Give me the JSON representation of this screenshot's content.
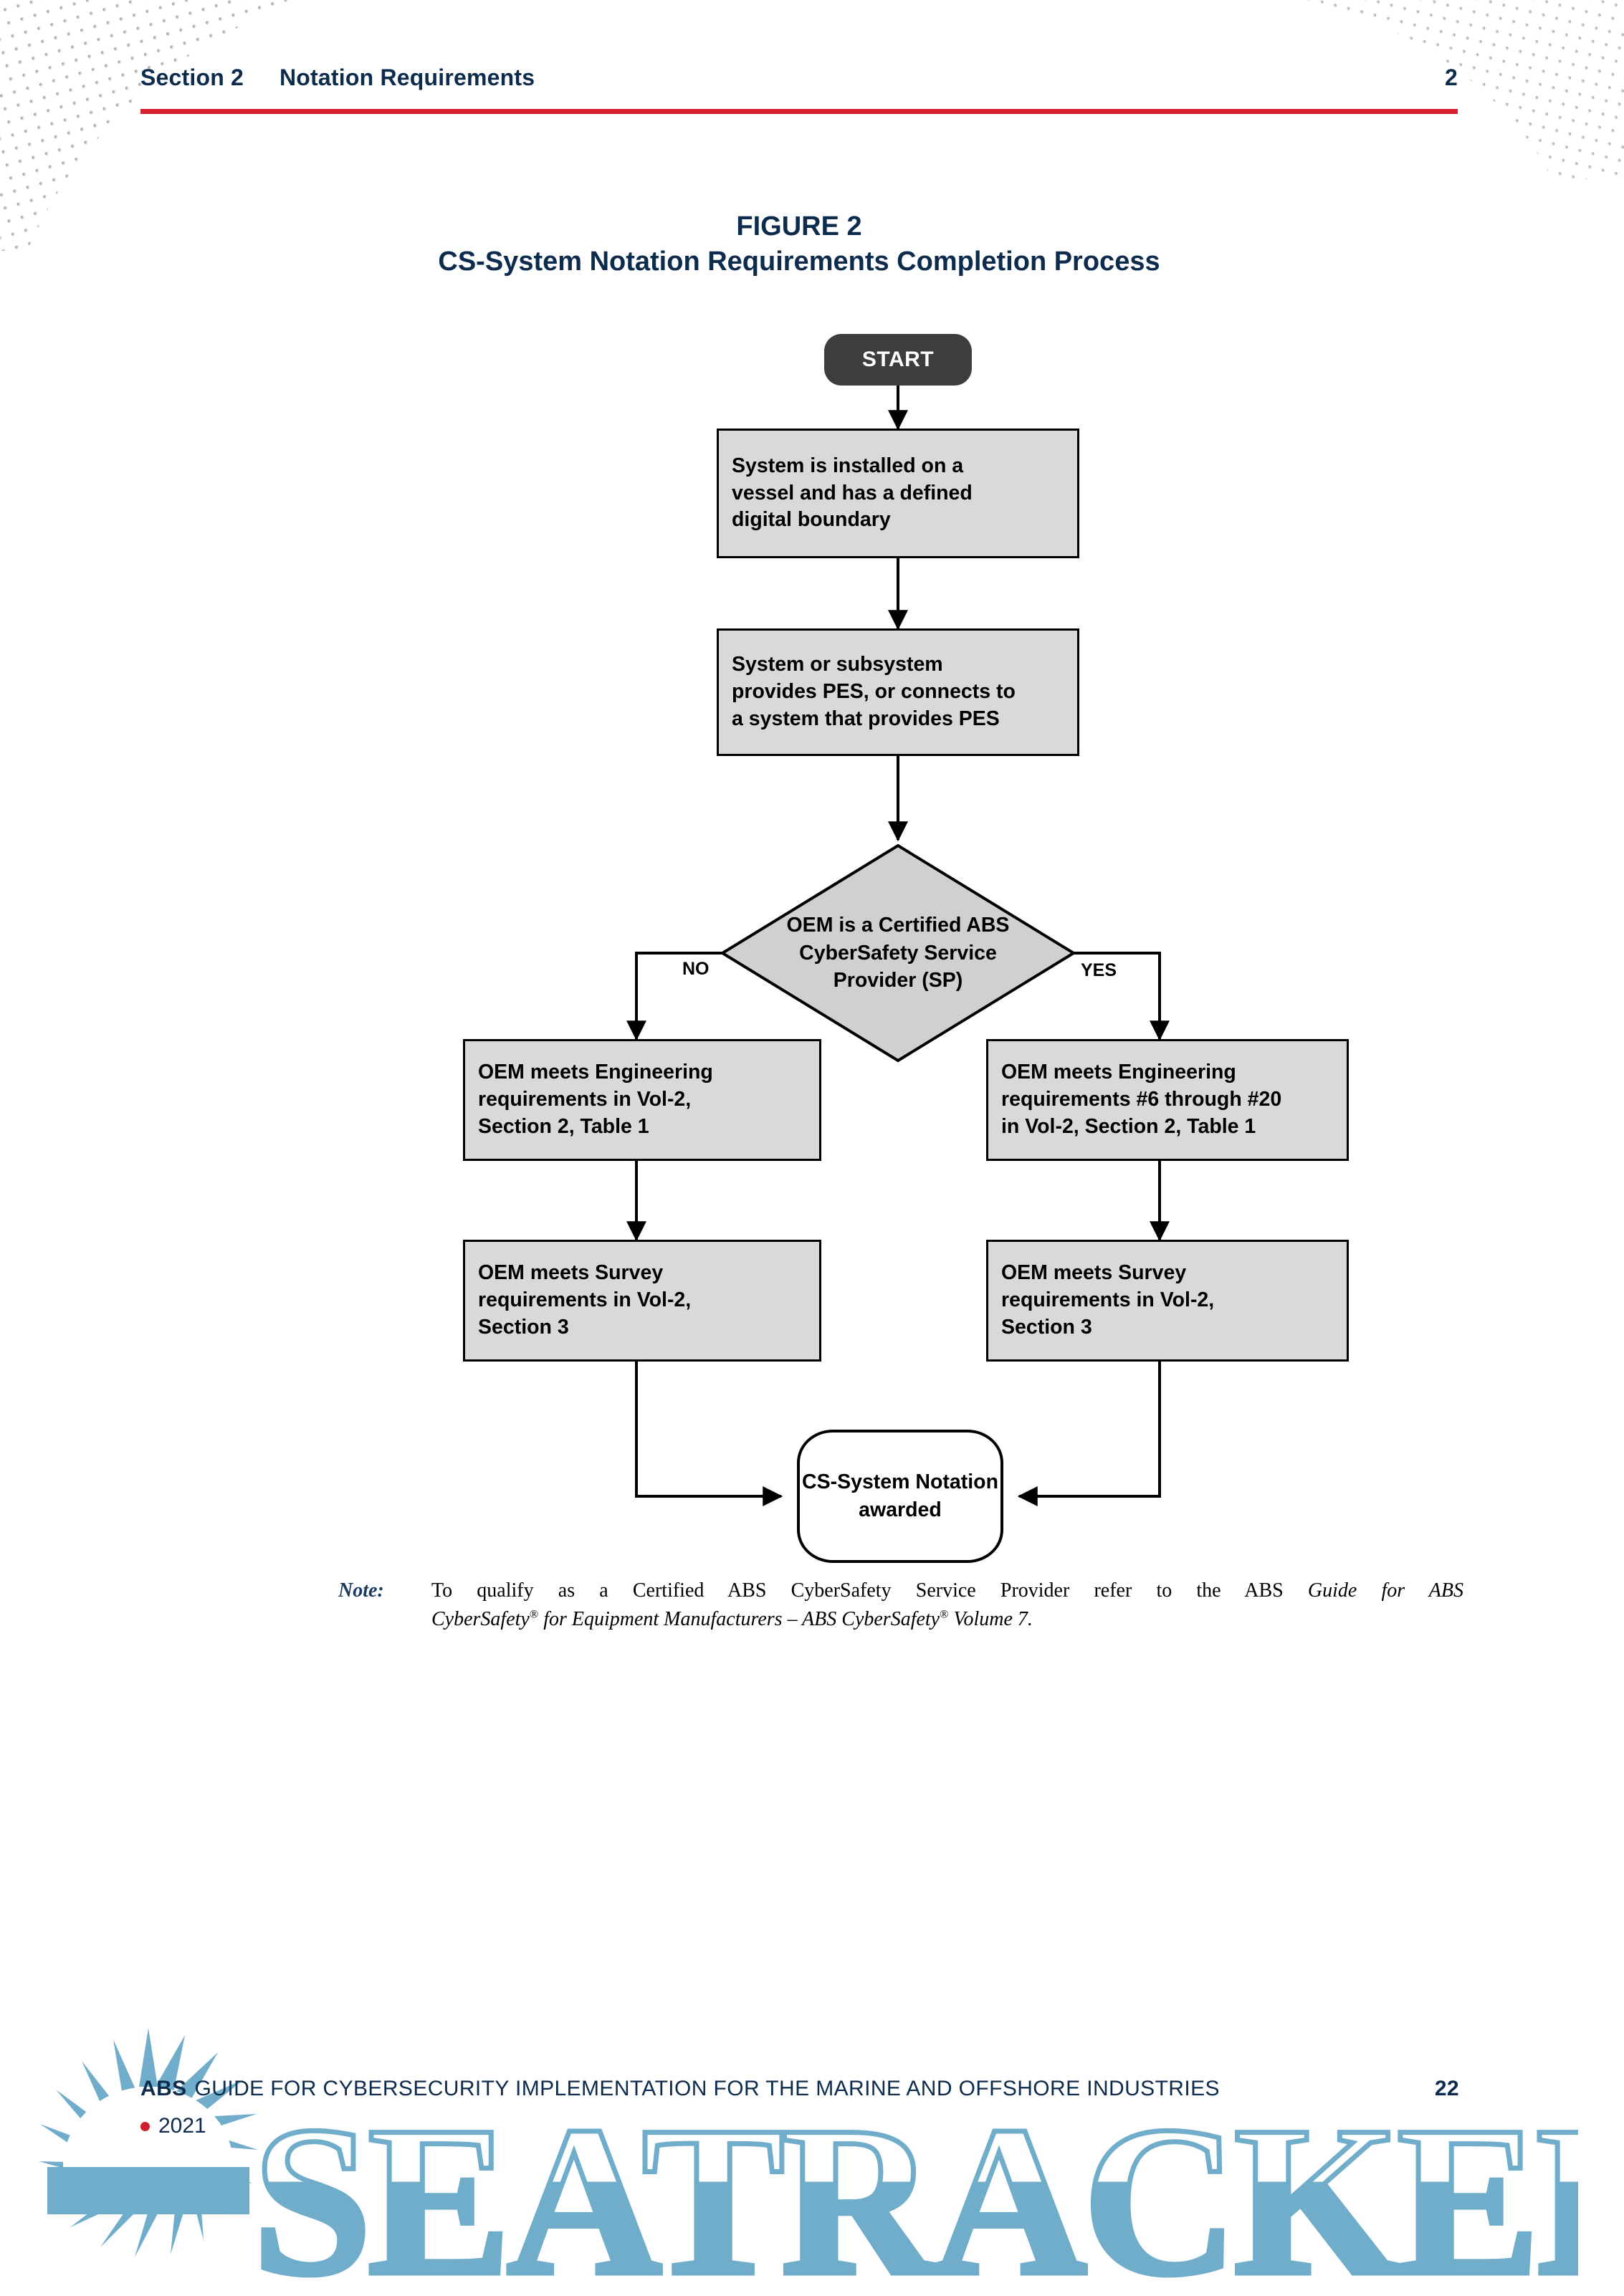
{
  "header": {
    "section_label": "Section",
    "section_number": "2",
    "section_title": "Notation Requirements",
    "page_marker": "2",
    "rule_color": "#d5202f",
    "text_color": "#0d2c4d"
  },
  "figure": {
    "number": "FIGURE 2",
    "title": "CS-System Notation Requirements Completion Process"
  },
  "flowchart": {
    "type": "flowchart",
    "start": {
      "label": "START",
      "shape": "terminator-pill",
      "fill": "#3d3d3d",
      "text_color": "#ffffff"
    },
    "process_fill": "#d9d9d9",
    "stroke": "#000000",
    "nodes": [
      {
        "id": "n1",
        "shape": "process",
        "lines": [
          "System is  installed on a",
          "vessel and has a defined",
          "digital boundary"
        ]
      },
      {
        "id": "n2",
        "shape": "process",
        "lines": [
          "System or subsystem",
          "provides PES, or connects to",
          "a system that provides PES"
        ]
      },
      {
        "id": "d1",
        "shape": "decision",
        "lines": [
          "OEM is a",
          "Certified  ABS",
          "CyberSafety Service",
          "Provider (SP)"
        ],
        "branch_no": "NO",
        "branch_yes": "YES"
      },
      {
        "id": "n3",
        "shape": "process",
        "branch": "NO",
        "lines": [
          "OEM meets Engineering",
          "requirements in Vol-2,",
          "Section 2, Table 1"
        ]
      },
      {
        "id": "n4",
        "shape": "process",
        "branch": "YES",
        "lines": [
          "OEM meets Engineering",
          "requirements #6 through #20",
          "in Vol-2, Section 2, Table 1"
        ]
      },
      {
        "id": "n5",
        "shape": "process",
        "branch": "NO",
        "lines": [
          "OEM meets Survey",
          "requirements in Vol-2,",
          "Section 3"
        ]
      },
      {
        "id": "n6",
        "shape": "process",
        "branch": "YES",
        "lines": [
          "OEM meets Survey",
          "requirements in Vol-2,",
          "Section 3"
        ]
      },
      {
        "id": "end",
        "shape": "terminator-rounded",
        "lines": [
          "CS-System",
          "Notation",
          "awarded"
        ]
      }
    ]
  },
  "note": {
    "label": "Note:",
    "line1": "To qualify as a Certified ABS CyberSafety Service Provider refer to the ABS ",
    "line1_italic": "Guide for ABS",
    "line2_italic_a": "CyberSafety",
    "line2_italic_b": " for Equipment Manufacturers – ABS CyberSafety",
    "line2_italic_c": " Volume 7.",
    "registered_mark": "®"
  },
  "footer": {
    "abs": "ABS",
    "guide_line": "GUIDE FOR CYBERSECURITY IMPLEMENTATION FOR THE MARINE AND OFFSHORE INDUSTRIES",
    "page_number": "22",
    "year": "2021",
    "logo_name": "abs-sunburst-logo",
    "logo_color": "#6fadcb"
  },
  "watermark": {
    "text": "SEATRACKER.RU",
    "color": "#6fadcb"
  }
}
